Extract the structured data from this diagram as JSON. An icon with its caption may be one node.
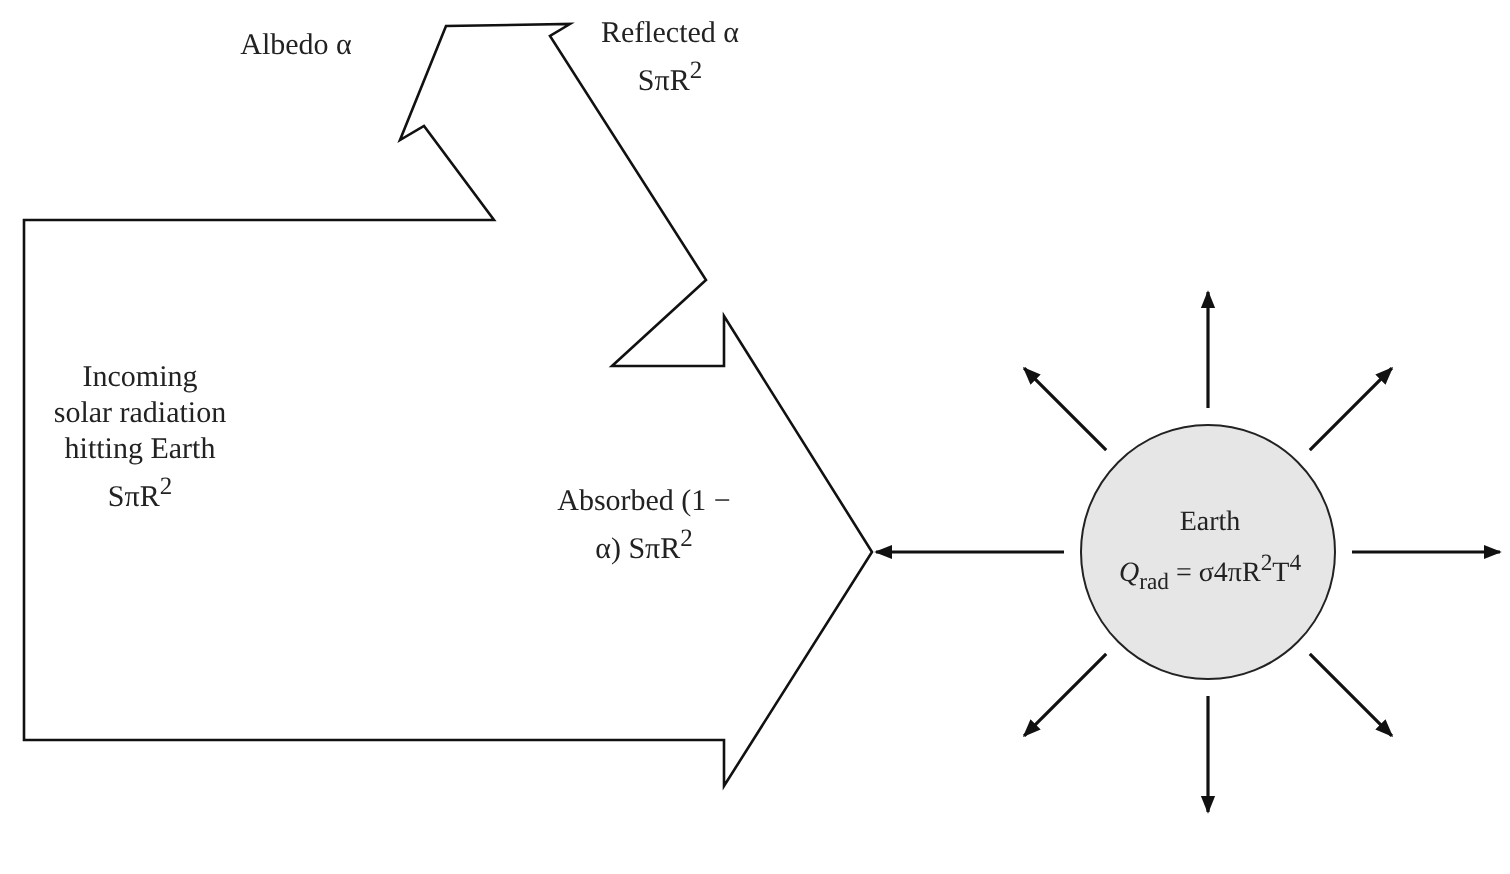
{
  "diagram": {
    "nodes": [
      {
        "text": [
          "Incoming solar radiation hitting Earth SπR$^{2}$",
          "Absorbed (1 − α) SπR$^{2}$"
        ]
      },
      {
        "text": [
          "Earth",
          "*Q*$_{rad}$ = σ4πR$^{2}$T$^{4}$"
        ]
      }
    ],
    "edges": [
      {
        "from": 1,
        "to": null,
        "arrow": "to"
      },
      {
        "from": 1,
        "to": null,
        "arrow": "to"
      },
      {
        "from": 1,
        "to": null,
        "arrow": "to"
      },
      {
        "from": 1,
        "to": null,
        "arrow": "to"
      },
      {
        "from": 1,
        "to": null,
        "arrow": "to"
      },
      {
        "from": 1,
        "to": null,
        "arrow": "to"
      },
      {
        "from": 1,
        "to": 0,
        "arrow": "to"
      },
      {
        "from": 1,
        "to": null,
        "arrow": "to"
      }
    ],
    "labels": [
      "Albedo α",
      "Reflected α SπR$^{2}$"
    ]
  }
}
